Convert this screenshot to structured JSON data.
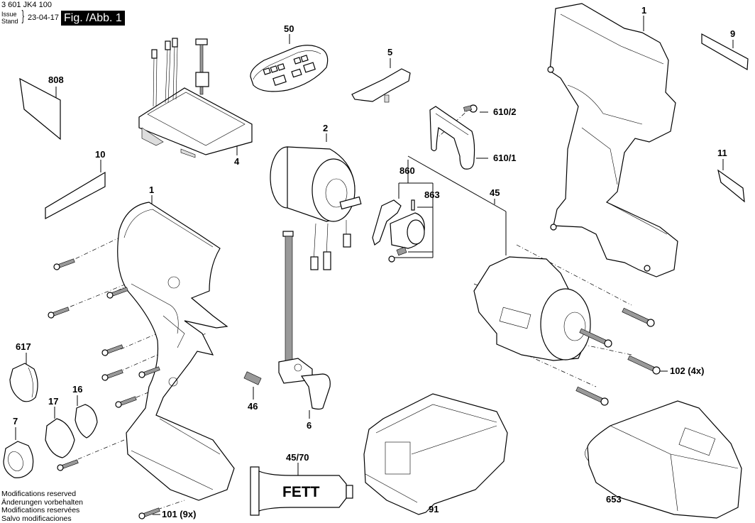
{
  "header": {
    "doc_number": "3 601 JK4 100",
    "issue_label_en": "Issue",
    "issue_label_de": "Stand",
    "issue_date": "23-04-17",
    "figure_label": "Fig. /Abb. 1"
  },
  "footer": {
    "lines": [
      "Modifications reserved",
      "Änderungen vorbehalten",
      "Modifications reservées",
      "Salvo modificaciones"
    ]
  },
  "fett_label": "FETT",
  "parts": [
    {
      "id": "1",
      "name": "housing-right",
      "label": "1"
    },
    {
      "id": "1b",
      "name": "housing-left",
      "label": "1"
    },
    {
      "id": "2",
      "name": "motor",
      "label": "2"
    },
    {
      "id": "4",
      "name": "electronics-module",
      "label": "4"
    },
    {
      "id": "5",
      "name": "slide-switch",
      "label": "5"
    },
    {
      "id": "6",
      "name": "trigger-switch",
      "label": "6"
    },
    {
      "id": "7",
      "name": "end-cap",
      "label": "7"
    },
    {
      "id": "9",
      "name": "label-9",
      "label": "9"
    },
    {
      "id": "10",
      "name": "label-10",
      "label": "10"
    },
    {
      "id": "11",
      "name": "label-11",
      "label": "11"
    },
    {
      "id": "16",
      "name": "circuit-board-16",
      "label": "16"
    },
    {
      "id": "17",
      "name": "cover-17",
      "label": "17"
    },
    {
      "id": "45",
      "name": "gear-housing",
      "label": "45"
    },
    {
      "id": "45/70",
      "name": "grease-tube",
      "label": "45/70"
    },
    {
      "id": "46",
      "name": "spring",
      "label": "46"
    },
    {
      "id": "50",
      "name": "remote-panel",
      "label": "50"
    },
    {
      "id": "91",
      "name": "battery-pack",
      "label": "91"
    },
    {
      "id": "101",
      "name": "screw-101",
      "label": "101 (9x)"
    },
    {
      "id": "102",
      "name": "screw-102",
      "label": "102 (4x)"
    },
    {
      "id": "610/1",
      "name": "belt-clip",
      "label": "610/1"
    },
    {
      "id": "610/2",
      "name": "belt-clip-screw",
      "label": "610/2"
    },
    {
      "id": "617",
      "name": "cover-617",
      "label": "617"
    },
    {
      "id": "653",
      "name": "charger",
      "label": "653"
    },
    {
      "id": "808",
      "name": "label-808",
      "label": "808"
    },
    {
      "id": "860",
      "name": "tool-holder",
      "label": "860"
    },
    {
      "id": "863",
      "name": "tool-holder-parts",
      "label": "863"
    }
  ]
}
